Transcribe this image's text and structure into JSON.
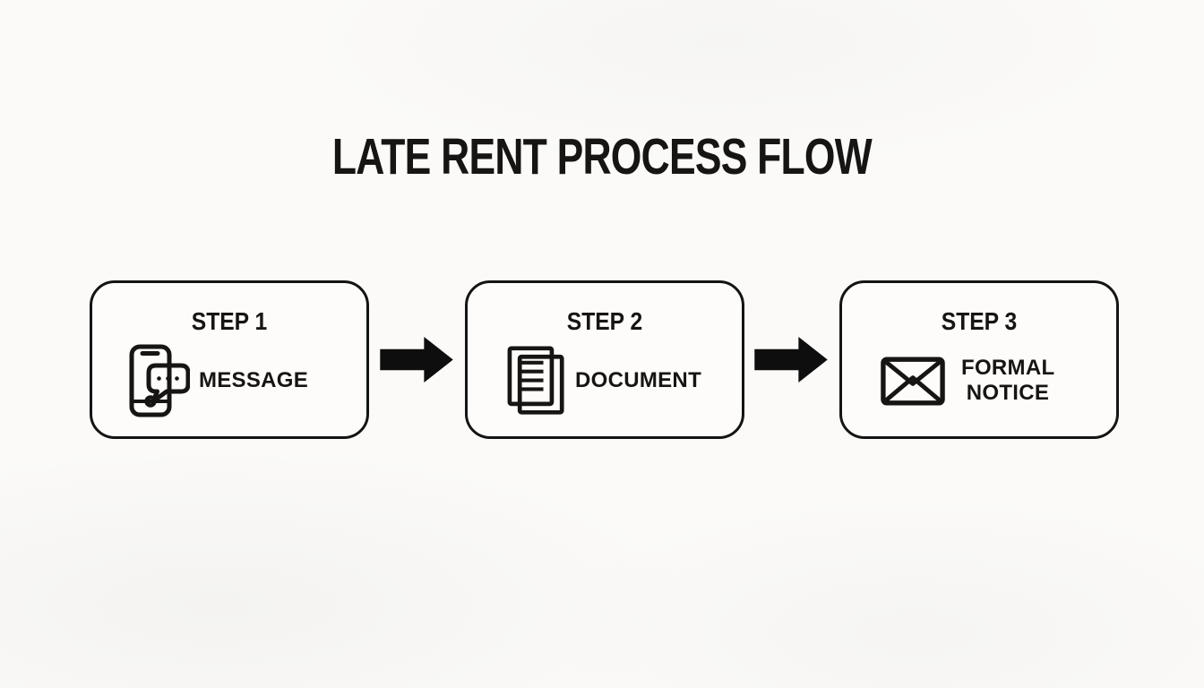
{
  "title": "LATE RENT PROCESS FLOW",
  "steps": [
    {
      "heading": "STEP 1",
      "item": "MESSAGE",
      "icon": "smartphone-message-icon"
    },
    {
      "heading": "STEP 2",
      "item": "DOCUMENT",
      "icon": "documents-icon"
    },
    {
      "heading": "STEP 3",
      "item": "FORMAL NOTICE",
      "icon": "envelope-icon"
    }
  ],
  "connectors": [
    {
      "icon": "arrow-right-icon"
    },
    {
      "icon": "arrow-right-icon"
    }
  ],
  "colors": {
    "page_bg": "#fbfaf8",
    "ink": "#171513",
    "box_bg": "#fdfcfb",
    "box_border": "#141414",
    "arrow": "#0e0e0e"
  }
}
